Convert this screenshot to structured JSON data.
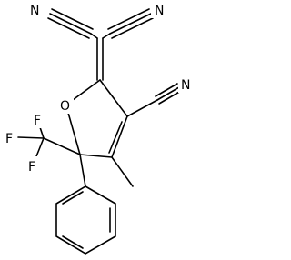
{
  "molecule": {
    "atom_labels": {
      "oxygen": "O",
      "nitrile_n_left": "N",
      "nitrile_n_right": "N",
      "nitrile_n_ring": "N",
      "fluorine_top": "F",
      "fluorine_left": "F",
      "fluorine_bottom": "F"
    },
    "colors": {
      "bond": "#000000",
      "label": "#000000",
      "background": "#ffffff"
    }
  }
}
